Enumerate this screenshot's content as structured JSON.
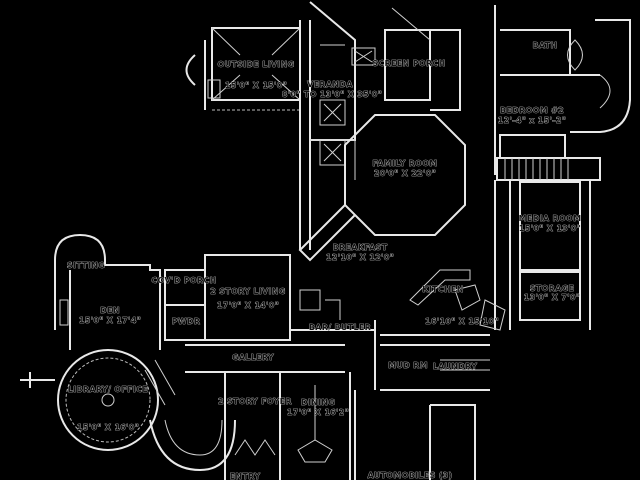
{
  "plan": {
    "background": "#000000",
    "line_color": "#e8e8e8",
    "rooms": {
      "outside_living": {
        "name": "OUTSIDE LIVING",
        "size": "15'0\" X 15'0\""
      },
      "veranda": {
        "name": "VERANDA",
        "size": "8'0\" TO 13'0\" X 35'0\""
      },
      "screen_porch": {
        "name": "SCREEN PORCH"
      },
      "bath": {
        "name": "BATH"
      },
      "bedroom2": {
        "name": "BEDROOM #2",
        "size": "12'-4\" x 15'-2\""
      },
      "family_room": {
        "name": "FAMILY ROOM",
        "size": "20'0\" X 22'0\""
      },
      "media_room": {
        "name": "MEDIA ROOM",
        "size": "15'0\" X 13'0\""
      },
      "storage": {
        "name": "STORAGE",
        "size": "13'0\" X 7'0\""
      },
      "breakfast": {
        "name": "BREAKFAST",
        "size": "12'10\" X 12'0\""
      },
      "kitchen": {
        "name": "KITCHEN",
        "size": "16'10\" X 15'10\""
      },
      "bar_butler": {
        "name": "BAR/ BUTLER"
      },
      "mud_room": {
        "name": "MUD RM"
      },
      "laundry": {
        "name": "LAUNDRY"
      },
      "automobiles": {
        "name": "AUTOMOBILES (3)"
      },
      "sitting": {
        "name": "SITTING"
      },
      "den": {
        "name": "DEN",
        "size": "15'0\" X 17'4\""
      },
      "covd_porch": {
        "name": "COV'D PORCH"
      },
      "powder": {
        "name": "PWDR"
      },
      "two_story_living": {
        "name": "2 STORY LIVING",
        "size": "17'0\" X 14'0\""
      },
      "gallery": {
        "name": "GALLERY"
      },
      "library": {
        "name": "LIBRARY/ OFFICE",
        "size": "15'0\" X 16'0\""
      },
      "foyer": {
        "name": "2 STORY FOYER"
      },
      "dining": {
        "name": "DINING",
        "size": "17'0\" X 16'2\""
      },
      "entry": {
        "name": "ENTRY"
      }
    }
  }
}
